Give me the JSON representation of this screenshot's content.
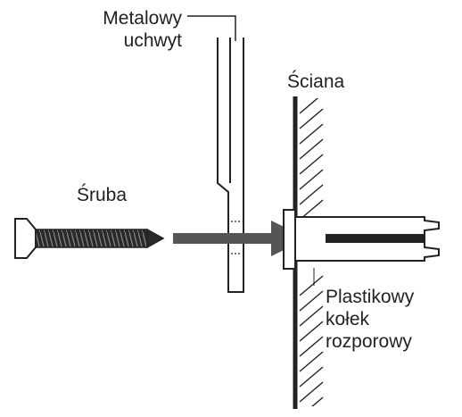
{
  "labels": {
    "bracket_line1": "Metalowy",
    "bracket_line2": "uchwyt",
    "wall": "Ściana",
    "screw": "Śruba",
    "anchor_line1": "Plastikowy",
    "anchor_line2": "kołek",
    "anchor_line3": "rozporowy"
  },
  "colors": {
    "ink": "#222222",
    "arrow": "#555555",
    "screw_body": "#2a2a2a",
    "background": "#ffffff"
  },
  "icons": {
    "arrow": "right-arrow-icon"
  }
}
